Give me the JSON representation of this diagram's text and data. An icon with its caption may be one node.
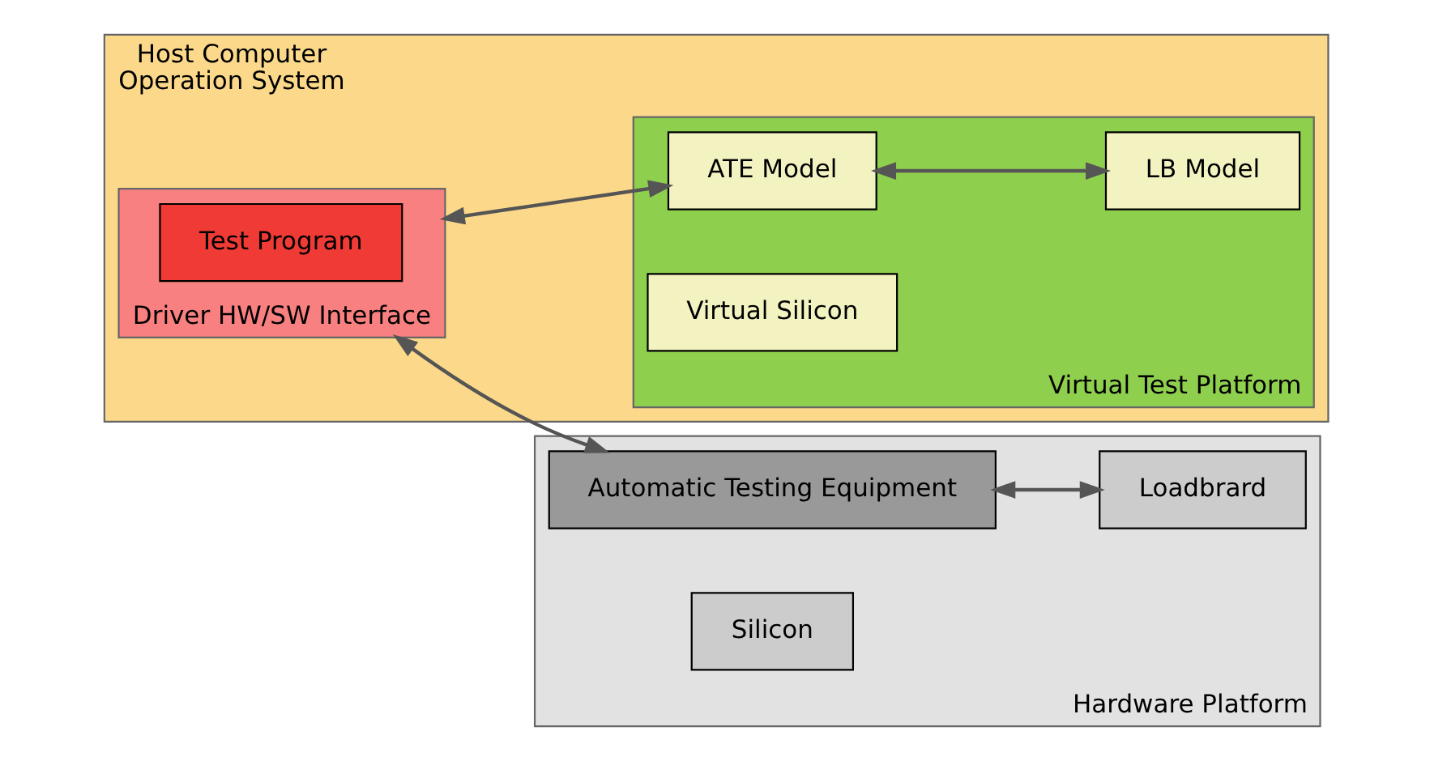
{
  "diagram": {
    "nodes": [
      {
        "text": [
          "Host Computer",
          "Operation System"
        ]
      },
      {
        "text": [
          "Driver HW/SW Interface"
        ],
        "in": 0
      },
      {
        "text": [
          "Test Program"
        ],
        "in": 1
      },
      {
        "text": [
          "Hardware Platform"
        ]
      },
      {
        "text": [
          "Automatic Testing Equipment"
        ],
        "in": 3
      },
      {
        "text": [
          "Loadbrard"
        ],
        "in": 3
      },
      {
        "text": [
          "Silicon"
        ],
        "in": 3
      },
      {
        "text": [
          "Virtual Test Platform"
        ],
        "in": 0
      },
      {
        "text": [
          "ATE Model"
        ],
        "in": 7
      },
      {
        "text": [
          "LB Model"
        ],
        "in": 7
      },
      {
        "text": [
          "Virtual Silicon"
        ],
        "in": 7
      }
    ],
    "edges": [
      {
        "from": 1,
        "to": 4,
        "arrow": "both"
      },
      {
        "from": 4,
        "to": 5,
        "arrow": "both"
      },
      {
        "from": 1,
        "to": 8,
        "arrow": "both"
      },
      {
        "from": 8,
        "to": 9,
        "arrow": "both"
      }
    ]
  }
}
